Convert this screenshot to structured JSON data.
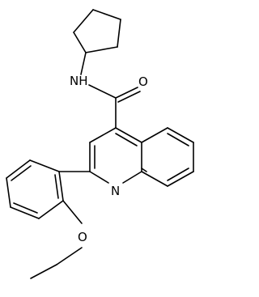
{
  "molecule": {
    "atom_labels": {
      "amide_nitrogen": "NH",
      "carbonyl_oxygen": "O",
      "ring_nitrogen": "N",
      "ether_oxygen": "O"
    },
    "colors": {
      "bond": "#000000",
      "text": "#000000",
      "background": "#ffffff"
    }
  }
}
